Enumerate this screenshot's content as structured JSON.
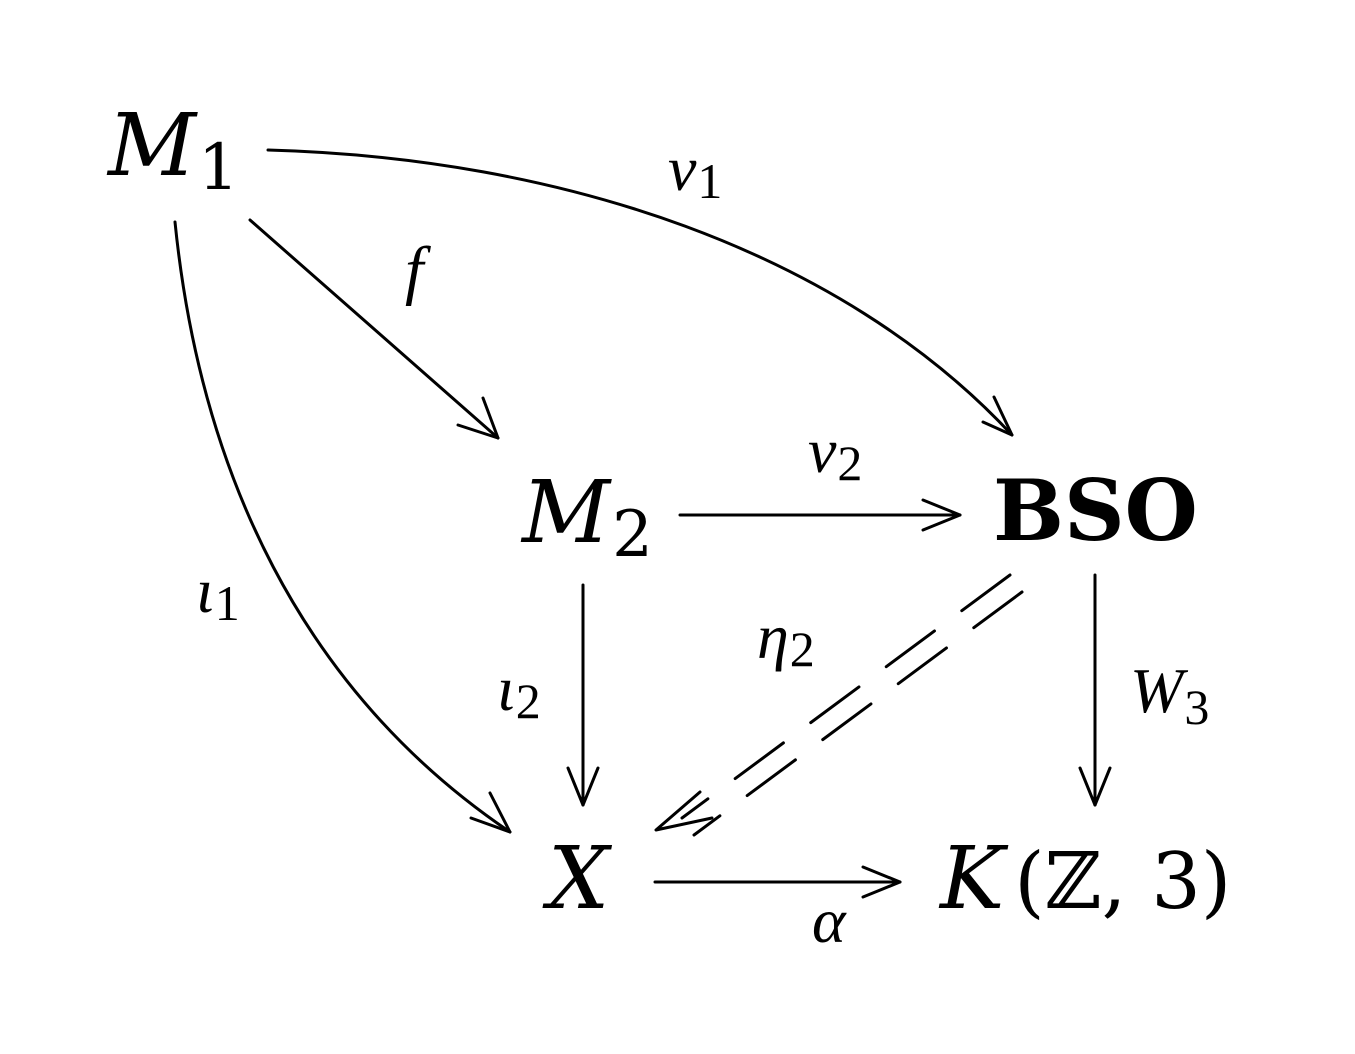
{
  "nodes": {
    "m1": {
      "main": "M",
      "sub": "1"
    },
    "m2": {
      "main": "M",
      "sub": "2"
    },
    "bso": {
      "main": "BSO"
    },
    "x": {
      "main": "X"
    },
    "k": {
      "main": "K",
      "rest": "(ℤ, 3)"
    }
  },
  "edges": {
    "f": {
      "main": "f"
    },
    "nu1": {
      "main": "ν",
      "sub": "1"
    },
    "nu2": {
      "main": "ν",
      "sub": "2"
    },
    "iota1": {
      "main": "ι",
      "sub": "1"
    },
    "iota2": {
      "main": "ι",
      "sub": "2"
    },
    "eta2": {
      "main": "η",
      "sub": "2"
    },
    "w3": {
      "main": "W",
      "sub": "3"
    },
    "alpha": {
      "main": "α"
    }
  }
}
